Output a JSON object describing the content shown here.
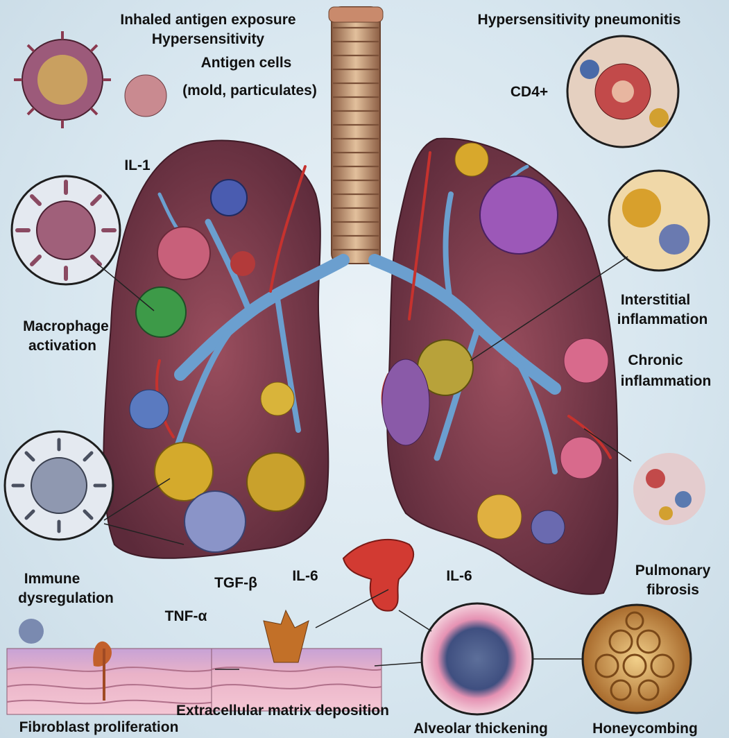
{
  "labels": {
    "top_title_line1": "Inhaled antigen exposure",
    "top_title_line2": "Hypersensitivity",
    "top_title_line3": "Antigen cells",
    "top_title_line4": "(mold, particulates)",
    "hypersensitivity_pneumonitis": "Hypersensitivity pneumonitis",
    "cd4": "CD4+",
    "il1": "IL-1",
    "macrophage_line1": "Macrophage",
    "macrophage_line2": "activation",
    "interstitial_line1": "Interstitial",
    "interstitial_line2": "inflammation",
    "chronic_line1": "Chronic",
    "chronic_line2": "inflammation",
    "immune_line1": "Immune",
    "immune_line2": "dysregulation",
    "tgf_beta": "TGF-β",
    "il6_left": "IL-6",
    "il6_right": "IL-6",
    "pulmonary_line1": "Pulmonary",
    "pulmonary_line2": "fibrosis",
    "tnf_alpha": "TNF-α",
    "ecm_deposition": "Extracellular matrix deposition",
    "fibroblast_proliferation": "Fibroblast proliferation",
    "alveolar_thickening": "Alveolar thickening",
    "honeycombing": "Honeycombing"
  },
  "colors": {
    "background": "#d7e6ef",
    "lung": "#7a3b4e",
    "airway": "#6b9fcf",
    "trachea": "#b5876a",
    "tissue": "#e8a6c2",
    "virus": "#8a4a6a"
  }
}
